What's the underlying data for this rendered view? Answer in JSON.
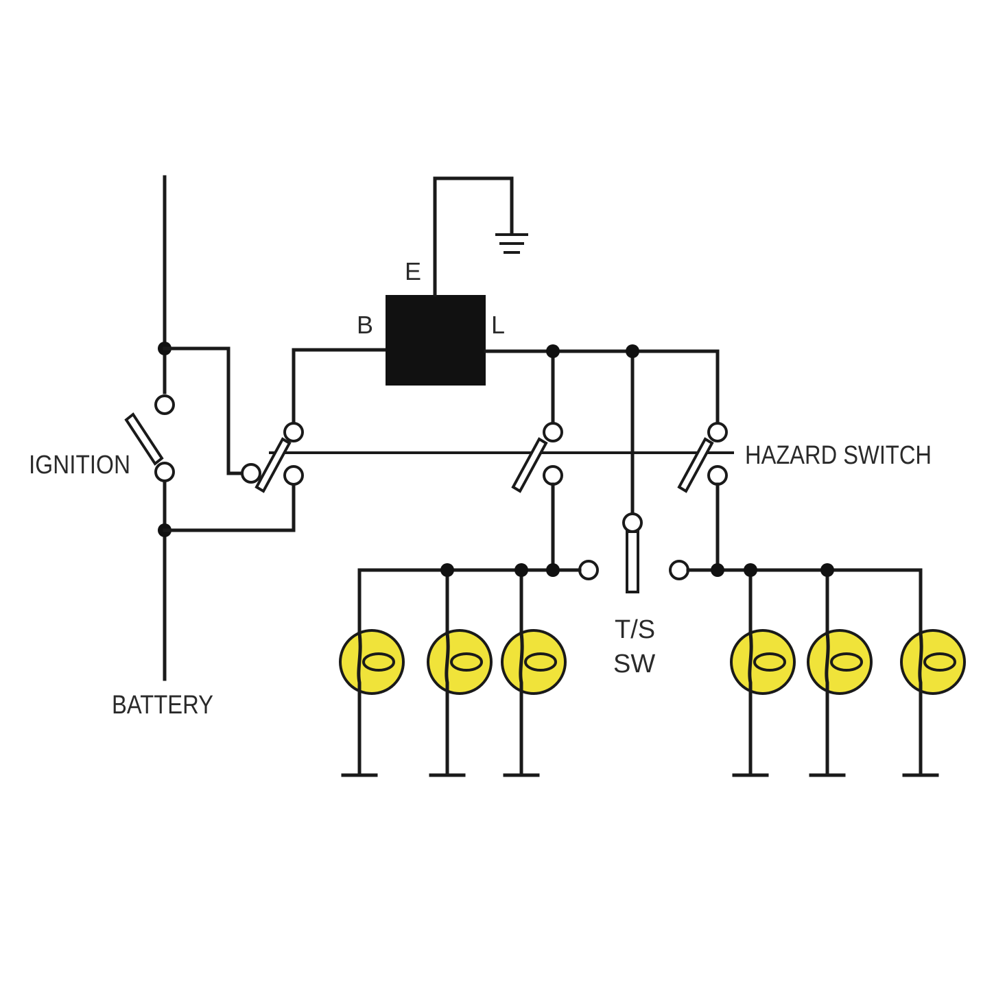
{
  "labels": {
    "ignition": "IGNITION",
    "battery": "BATTERY",
    "hazard_switch": "HAZARD SWITCH",
    "ts_sw_line1": "T/S",
    "ts_sw_line2": "SW",
    "flasher_e": "E",
    "flasher_b": "B",
    "flasher_l": "L"
  },
  "colors": {
    "wire": "#1a1a1a",
    "lamp_fill": "#f0e33a",
    "flasher_body": "#111111"
  },
  "components": {
    "lamps_left_count": 3,
    "lamps_right_count": 3
  }
}
